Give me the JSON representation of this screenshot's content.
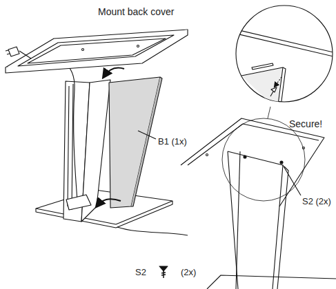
{
  "diagram": {
    "title": "Mount back cover",
    "labels": [
      "B1 (1x)",
      "Secure!",
      "S2 (2x)",
      "S2",
      "(2x)"
    ]
  }
}
